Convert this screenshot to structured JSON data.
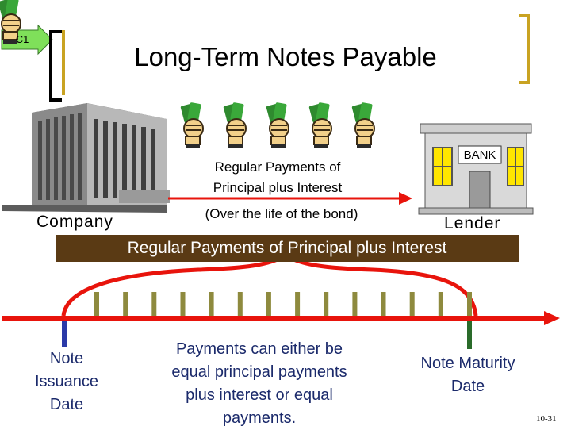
{
  "badge": {
    "label": "C1"
  },
  "title": "Long-Term Notes Payable",
  "company_label": "Company",
  "lender_label": "Lender",
  "bank_sign": "BANK",
  "arrow_label": {
    "line1": "Regular Payments of",
    "line2": "Principal plus Interest",
    "sub": "(Over the life of the bond)"
  },
  "banner": "Regular Payments of Principal plus Interest",
  "timeline": {
    "payment_count": 14,
    "start_label": "Note Issuance Date",
    "start_lines": [
      "Note",
      "Issuance",
      "Date"
    ],
    "end_label": "Note Maturity Date",
    "end_lines": [
      "Note Maturity",
      "Date"
    ],
    "middle_lines": [
      "Payments can either be",
      "equal principal payments",
      "plus interest or equal",
      "payments."
    ]
  },
  "page_number": "10-31",
  "colors": {
    "accent_gold": "#c9a322",
    "timeline_red": "#e8140c",
    "banner_brown": "#5a3a14",
    "tick_olive": "#8e8a3e",
    "start_marker": "#2b3aa8",
    "end_marker": "#2a6b2a",
    "note_text": "#1b2a6b",
    "badge_green": "#7fe05a"
  },
  "icons": [
    "building-icon",
    "money-hand-icon",
    "bank-icon"
  ]
}
